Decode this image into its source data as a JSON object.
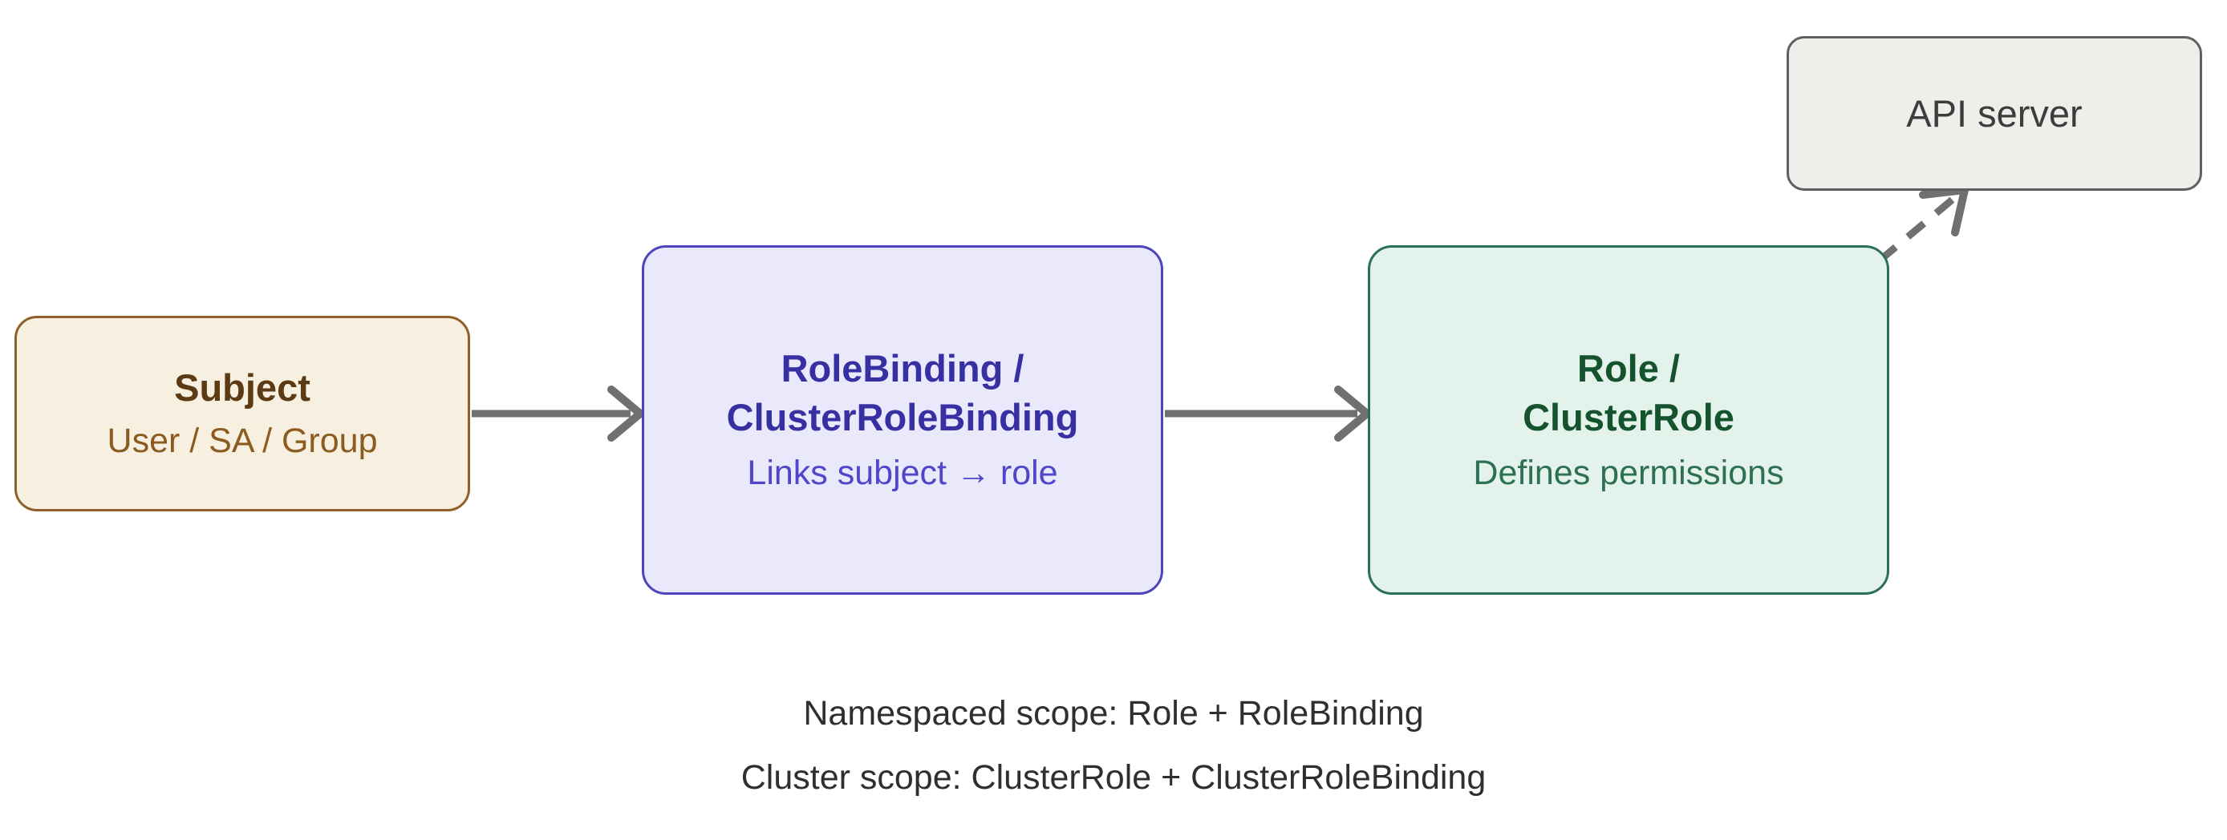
{
  "diagram": {
    "type": "flow-diagram",
    "background_color": "#ffffff",
    "nodes": [
      {
        "id": "subject",
        "title": "Subject",
        "subtitle": "User / SA / Group",
        "fill_color": "#f7efdf",
        "border_color": "#90602a",
        "title_color": "#5b3a14",
        "subtitle_color": "#8c5b20"
      },
      {
        "id": "rolebinding",
        "title": "RoleBinding /\nClusterRoleBinding",
        "subtitle": "Links subject → role",
        "fill_color": "#eae8fb",
        "border_color": "#4e45bd",
        "title_color": "#3730a3",
        "subtitle_color": "#4f46c9"
      },
      {
        "id": "role",
        "title": "Role /\nClusterRole",
        "subtitle": "Defines permissions",
        "fill_color": "#e3f3ec",
        "border_color": "#2a6f56",
        "title_color": "#14532d",
        "subtitle_color": "#2e7055"
      },
      {
        "id": "apiserver",
        "title": "API server",
        "subtitle": "",
        "fill_color": "#efeeea",
        "border_color": "#606060",
        "title_color": "#3d3d3d",
        "subtitle_color": ""
      }
    ],
    "edges": [
      {
        "id": "subject-to-rolebinding",
        "from": "subject",
        "to": "rolebinding",
        "style": "solid",
        "label": "",
        "color": "#707070"
      },
      {
        "id": "rolebinding-to-role",
        "from": "rolebinding",
        "to": "role",
        "style": "solid",
        "label": "",
        "color": "#707070"
      },
      {
        "id": "role-to-apiserver",
        "from": "role",
        "to": "apiserver",
        "style": "dashed",
        "label": "",
        "color": "#707070"
      }
    ],
    "caption": {
      "line1": "Namespaced scope: Role + RoleBinding",
      "line2": "Cluster scope: ClusterRole + ClusterRoleBinding",
      "color": "#2f2f2f"
    }
  }
}
